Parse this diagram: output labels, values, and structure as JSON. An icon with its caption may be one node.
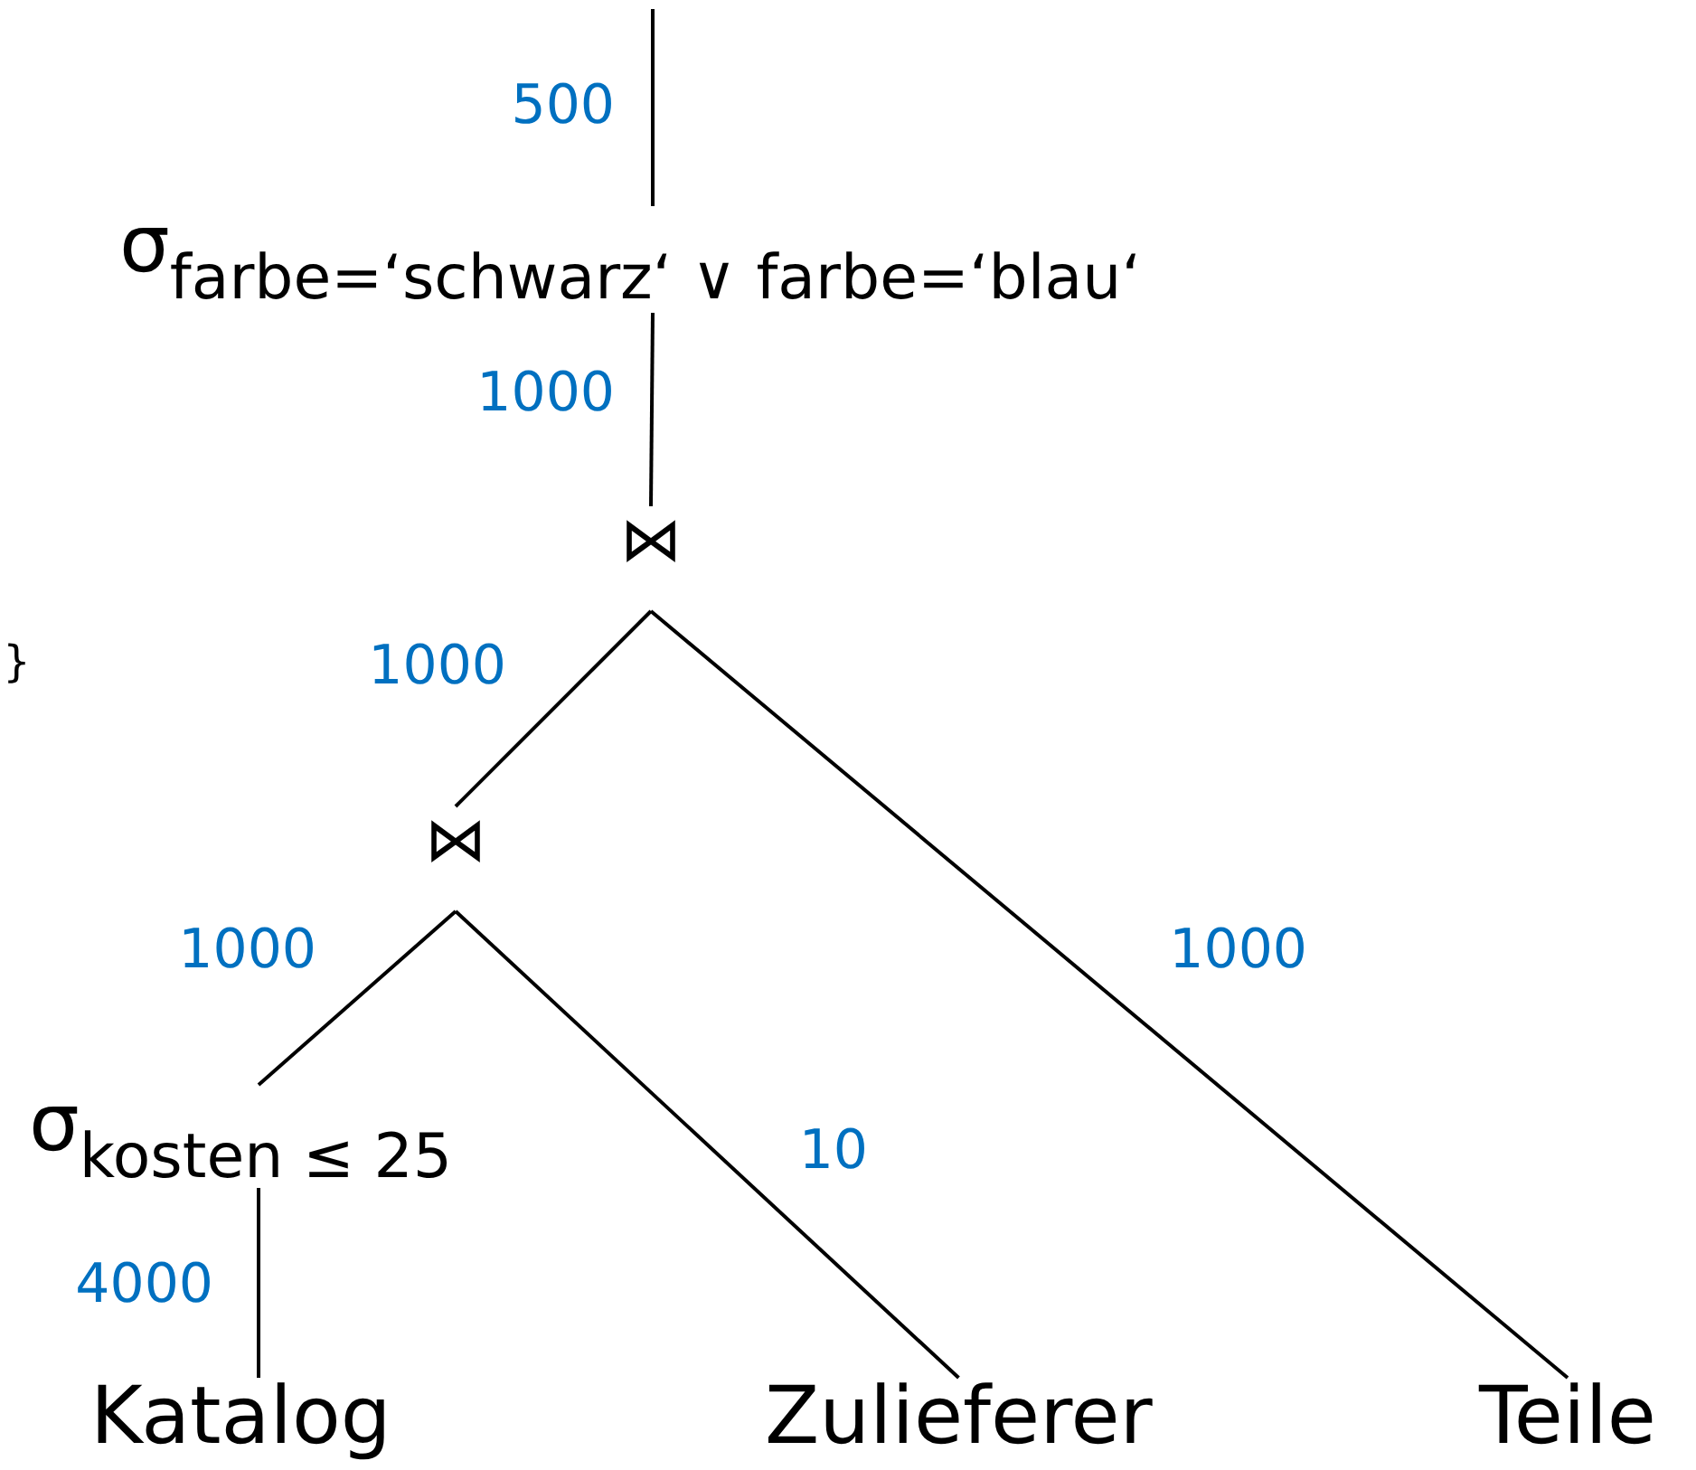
{
  "diagram": {
    "nodes": [
      {
        "text": [
          "σ$_{farbe=‘schwarz‘ ∨ farbe=‘blau‘}$"
        ]
      },
      {
        "text": [
          "⋈"
        ]
      },
      {
        "text": [
          "⋈"
        ]
      },
      {
        "text": [
          "σ$_{kosten ≤ 25}$"
        ]
      },
      {
        "text": [
          "Katalog"
        ]
      },
      {
        "text": [
          "Zulieferer"
        ]
      },
      {
        "text": [
          "Teile"
        ]
      }
    ],
    "edges": [
      {
        "from": null,
        "to": 0,
        "arrow": "none",
        "label": "500"
      },
      {
        "from": 0,
        "to": 1,
        "arrow": "none",
        "label": "1000"
      },
      {
        "from": 1,
        "to": 2,
        "arrow": "none",
        "label": "1000"
      },
      {
        "from": 1,
        "to": 6,
        "arrow": "none",
        "label": "1000"
      },
      {
        "from": 2,
        "to": 3,
        "arrow": "none",
        "label": "1000"
      },
      {
        "from": 2,
        "to": 5,
        "arrow": "none",
        "label": "10"
      },
      {
        "from": 3,
        "to": 4,
        "arrow": "none",
        "label": "4000"
      }
    ],
    "labels": [
      "}"
    ]
  }
}
